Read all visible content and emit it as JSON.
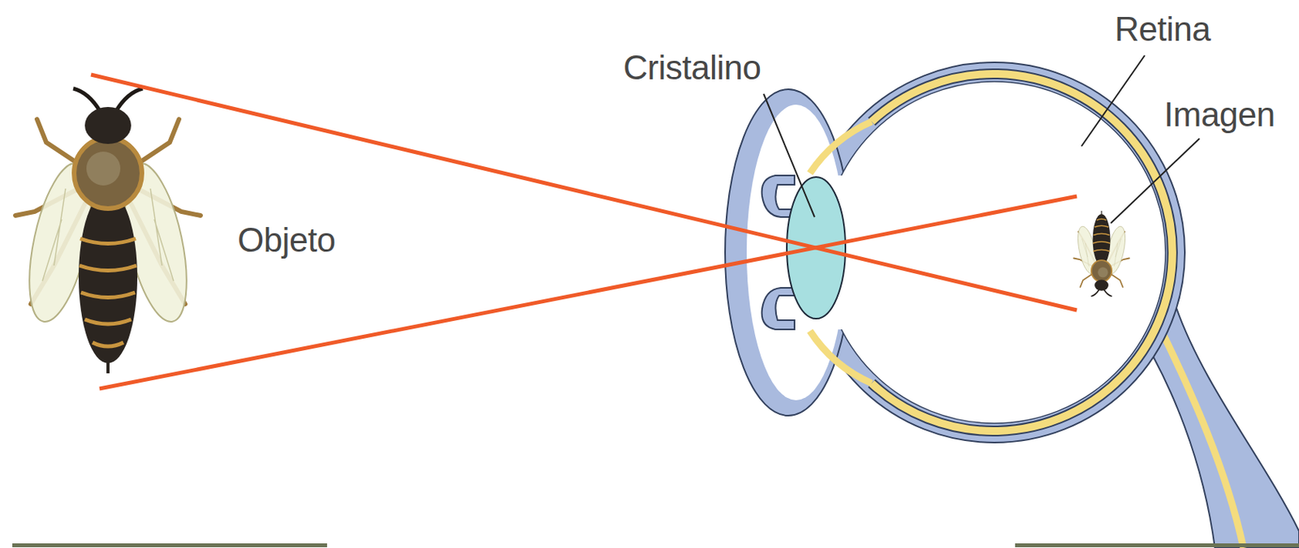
{
  "diagram": {
    "labels": [
      "Retina",
      "Cristalino",
      "Imagen",
      "Objeto"
    ]
  }
}
